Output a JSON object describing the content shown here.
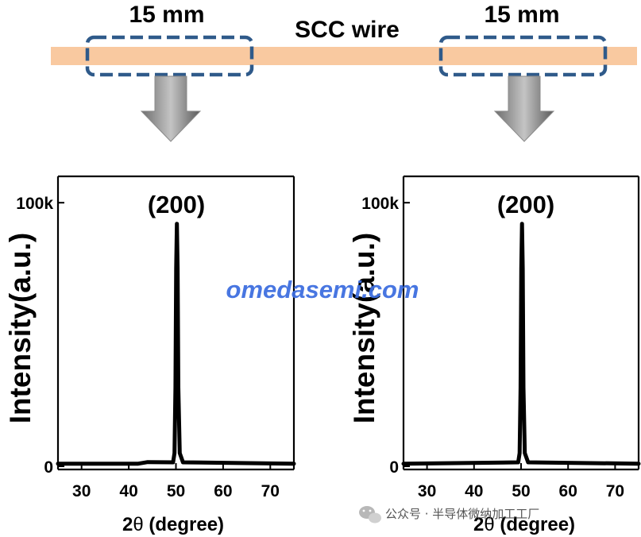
{
  "header": {
    "wire_label": "SCC wire",
    "left_length": "15 mm",
    "right_length": "15 mm"
  },
  "colors": {
    "wire": "#f9c9a0",
    "box": "#2f5a8a",
    "arrow": "#9a9a9a",
    "trace": "#000000",
    "watermark": "#3f6fe0"
  },
  "watermark": "omedasemi.com",
  "wechat_credit": "公众号 · 半导体微纳加工工厂",
  "chart_data": [
    {
      "type": "line",
      "peak_label": "(200)",
      "ylabel": "Intensity(a.u.)",
      "xlabel_prefix": "2",
      "xlabel_theta": "θ",
      "xlabel_suffix": " (degree)",
      "xlim": [
        25,
        75
      ],
      "ylim": [
        0,
        110000
      ],
      "xticks": [
        30,
        40,
        50,
        60,
        70
      ],
      "yticks": [
        {
          "value": 0,
          "label": "0"
        },
        {
          "value": 100000,
          "label": "100k"
        }
      ],
      "series": [
        {
          "x": [
            25,
            42,
            44,
            49.4,
            49.7,
            49.9,
            50.05,
            50.2,
            50.35,
            50.5,
            50.8,
            51.5,
            75
          ],
          "values": [
            1000,
            1000,
            1600,
            1500,
            5000,
            30000,
            75000,
            92000,
            75000,
            30000,
            5000,
            1500,
            1000
          ]
        }
      ]
    },
    {
      "type": "line",
      "peak_label": "(200)",
      "ylabel": "Intensity(a.u.)",
      "xlabel_prefix": "2",
      "xlabel_theta": "θ",
      "xlabel_suffix": " (degree)",
      "xlim": [
        25,
        75
      ],
      "ylim": [
        0,
        110000
      ],
      "xticks": [
        30,
        40,
        50,
        60,
        70
      ],
      "yticks": [
        {
          "value": 0,
          "label": "0"
        },
        {
          "value": 100000,
          "label": "100k"
        }
      ],
      "series": [
        {
          "x": [
            25,
            49.4,
            49.7,
            49.9,
            50.05,
            50.2,
            50.35,
            50.5,
            50.8,
            51.5,
            75
          ],
          "values": [
            1000,
            1500,
            5000,
            30000,
            75000,
            92000,
            75000,
            30000,
            5000,
            1500,
            1000
          ]
        }
      ]
    }
  ]
}
